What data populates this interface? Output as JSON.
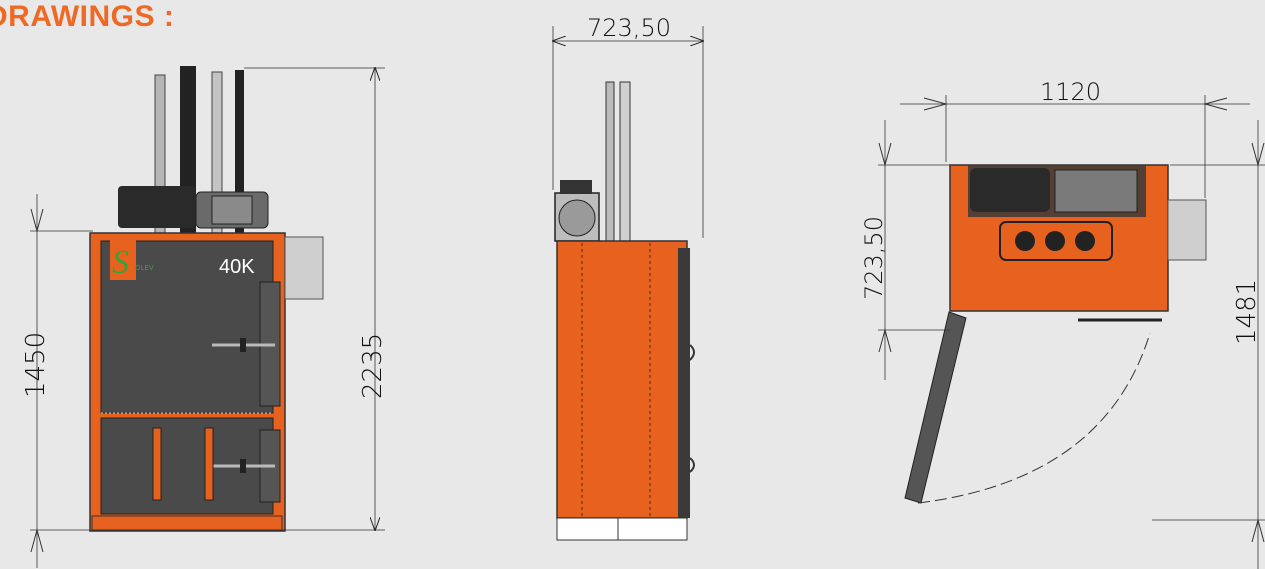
{
  "heading": "DRAWINGS :",
  "front_view": {
    "logo_text": "OLEV",
    "model_label": "40K",
    "dim_height_total": "2235",
    "dim_height_body": "1450"
  },
  "side_view": {
    "dim_depth": "723,50"
  },
  "top_view": {
    "dim_width": "1120",
    "dim_depth": "723,50",
    "dim_open_depth": "1481"
  },
  "colors": {
    "machine_orange": "#e8621f",
    "machine_dark": "#4a4a4a",
    "heading_orange": "#ee6a24",
    "background": "#e8e8e8"
  }
}
